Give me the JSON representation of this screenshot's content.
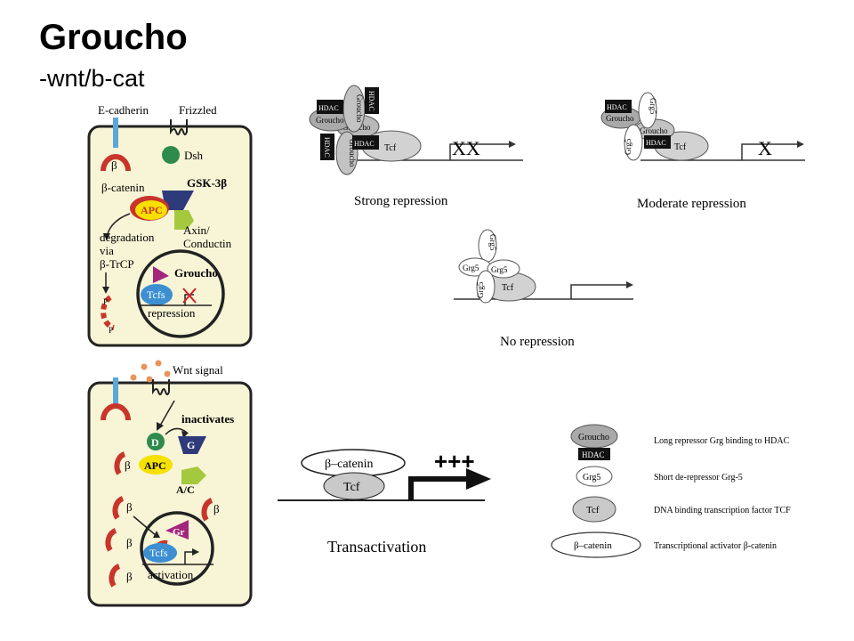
{
  "slide": {
    "title": "Groucho",
    "subtitle": "-wnt/b-cat"
  },
  "cell_top": {
    "ecadherin": "E-cadherin",
    "frizzled": "Frizzled",
    "beta": "β",
    "dsh": "Dsh",
    "beta_catenin": "β-catenin",
    "gsk3b": "GSK-3β",
    "apc": "APC",
    "axin_line1": "Axin/",
    "axin_line2": "Conductin",
    "degradation_line1": "degradation",
    "degradation_line2": "via",
    "degradation_line3": "β-TrCP",
    "groucho": "Groucho",
    "tcfs": "Tcfs",
    "repression": "repression",
    "p_top": "P",
    "p_bottom": "P"
  },
  "cell_bottom": {
    "wnt_signal": "Wnt signal",
    "inactivates": "inactivates",
    "d": "D",
    "g": "G",
    "apc": "APC",
    "ac": "A/C",
    "beta": "β",
    "gr": "Gr",
    "tcfs": "Tcfs",
    "activation": "activation"
  },
  "strong": {
    "hdac": "HDAC",
    "groucho": "Groucho",
    "tcf": "Tcf",
    "marks": "XX",
    "label": "Strong repression"
  },
  "moderate": {
    "hdac": "HDAC",
    "groucho": "Groucho",
    "grg5": "Grg5",
    "tcf": "Tcf",
    "mark": "X",
    "label": "Moderate repression"
  },
  "none": {
    "grg5": "Grg5",
    "tcf": "Tcf",
    "label": "No repression"
  },
  "transactivation": {
    "beta_catenin": "β–catenin",
    "tcf": "Tcf",
    "plus": "+++",
    "label": "Transactivation"
  },
  "legend": {
    "groucho": "Groucho",
    "hdac": "HDAC",
    "grg5": "Grg5",
    "tcf": "Tcf",
    "beta_catenin": "β–catenin",
    "items": [
      "Long repressor Grg binding to HDAC",
      "Short de-repressor Grg-5",
      "DNA binding transcription factor TCF",
      "Transcriptional activator β-catenin"
    ]
  }
}
